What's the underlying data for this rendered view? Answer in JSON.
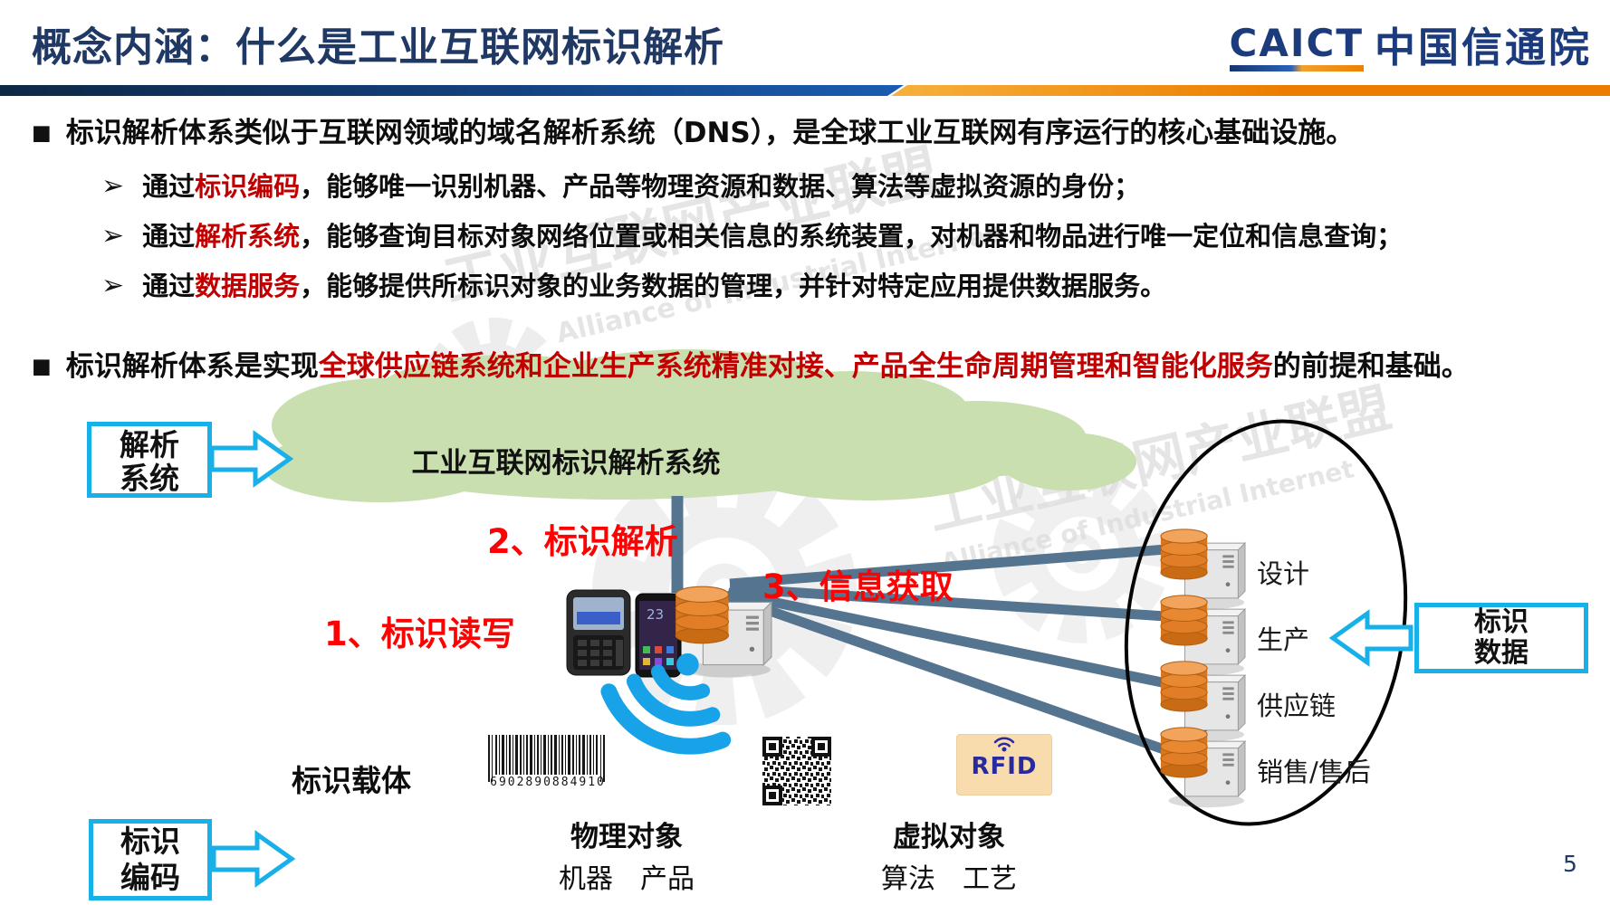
{
  "header": {
    "title": "概念内涵：什么是工业互联网标识解析",
    "logo_acronym": "CAICT",
    "logo_name": "中国信通院"
  },
  "bullets": {
    "marker_square": "■",
    "marker_arrow": "➢",
    "item1": "标识解析体系类似于互联网领域的域名解析系统（DNS），是全球工业互联网有序运行的核心基础设施。",
    "sub_items": [
      {
        "pre": "通过",
        "highlight": "标识编码",
        "post": "，能够唯一识别机器、产品等物理资源和数据、算法等虚拟资源的身份；"
      },
      {
        "pre": "通过",
        "highlight": "解析系统",
        "post": "，能够查询目标对象网络位置或相关信息的系统装置，对机器和物品进行唯一定位和信息查询；"
      },
      {
        "pre": "通过",
        "highlight": "数据服务",
        "post": "，能够提供所标识对象的业务数据的管理，并针对特定应用提供数据服务。"
      }
    ],
    "item2_pre": "标识解析体系是实现",
    "item2_highlight": "全球供应链系统和企业生产系统精准对接、产品全生命周期管理和智能化服务",
    "item2_post": "的前提和基础。"
  },
  "diagram": {
    "cloud_label": "工业互联网标识解析系统",
    "resolve_box": [
      "解析",
      "系统"
    ],
    "code_box": [
      "标识",
      "编码"
    ],
    "data_box": [
      "标识",
      "数据"
    ],
    "steps": [
      "1、标识读写",
      "2、标识解析",
      "3、信息获取"
    ],
    "carrier_label": "标识载体",
    "barcode_digits": "6902890884910",
    "rfid_label": "RFID",
    "phone_time": "23",
    "app_servers": [
      "设计",
      "生产",
      "供应链",
      "销售/售后"
    ],
    "physical_title": "物理对象",
    "physical_items": "机器　产品",
    "virtual_title": "虚拟对象",
    "virtual_items": "算法　工艺"
  },
  "watermark": {
    "zh": "工业互联网产业联盟",
    "en": "Alliance of Industrial Internet"
  },
  "footer": {
    "page_number": "5"
  },
  "colors": {
    "title_navy": "#1F3864",
    "keyword_red": "#C00000",
    "step_red": "#FF0000",
    "accent_cyan": "#18B0E9",
    "cloud_green": "#CADFB0",
    "connector_slate": "#54748F",
    "brand_orange": "#EE8000",
    "db_orange": "#DD7A24"
  }
}
